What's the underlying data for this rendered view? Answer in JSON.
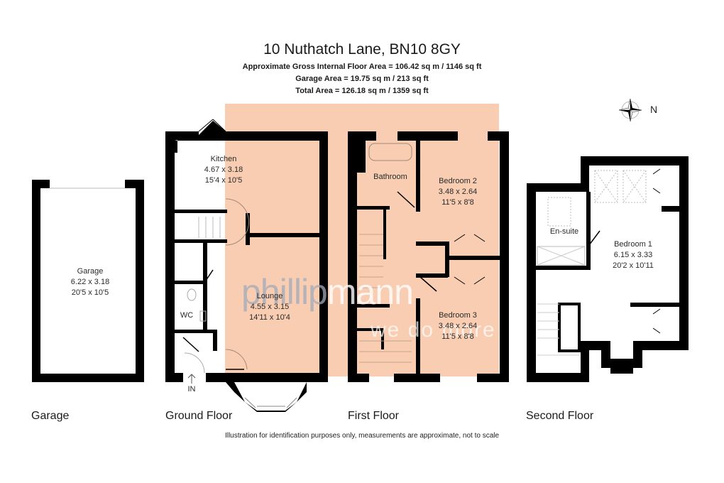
{
  "header": {
    "address": "10 Nuthatch Lane, BN10 8GY",
    "gross_internal_area": "Approximate Gross Internal Floor Area = 106.42 sq m / 1146 sq ft",
    "garage_area": "Garage Area = 19.75 sq m / 213 sq ft",
    "total_area": "Total Area = 126.18 sq m / 1359 sq ft"
  },
  "compass": {
    "label": "N"
  },
  "floors": {
    "garage": {
      "label": "Garage",
      "rooms": [
        {
          "name": "Garage",
          "metric": "6.22 x 3.18",
          "imperial": "20'5 x 10'5"
        }
      ]
    },
    "ground": {
      "label": "Ground Floor",
      "entrance": "IN",
      "rooms": [
        {
          "name": "Kitchen",
          "metric": "4.67 x 3.18",
          "imperial": "15'4 x 10'5"
        },
        {
          "name": "Lounge",
          "metric": "4.55 x 3.15",
          "imperial": "14'11 x 10'4"
        },
        {
          "name": "WC"
        }
      ]
    },
    "first": {
      "label": "First Floor",
      "rooms": [
        {
          "name": "Bathroom"
        },
        {
          "name": "Bedroom 2",
          "metric": "3.48 x 2.64",
          "imperial": "11'5 x 8'8"
        },
        {
          "name": "Bedroom 3",
          "metric": "3.48 x 2.64",
          "imperial": "11'5 x 8'8"
        }
      ]
    },
    "second": {
      "label": "Second Floor",
      "rooms": [
        {
          "name": "En-suite"
        },
        {
          "name": "Bedroom 1",
          "metric": "6.15 x 3.33",
          "imperial": "20'2 x 10'11"
        }
      ]
    }
  },
  "watermark": {
    "part1": "phillip",
    "part2": "mann",
    "tagline": "we do more"
  },
  "footer": {
    "disclaimer": "Illustration for identification purposes only, measurements are approximate, not to scale"
  },
  "colors": {
    "wall": "#000000",
    "overlay": "#f7c4a5",
    "overlay_wall": "#4a2e1e"
  }
}
